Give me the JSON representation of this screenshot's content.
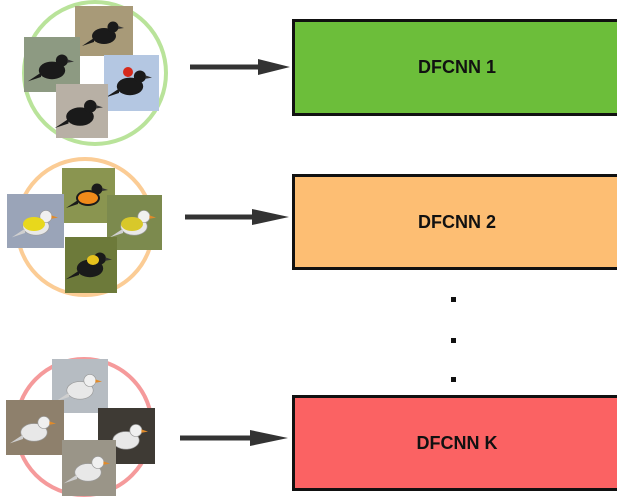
{
  "models": [
    {
      "label": "DFCNN 1",
      "color": "#6cbe3a",
      "ring": "#b9e39a"
    },
    {
      "label": "DFCNN 2",
      "color": "#fdbe73",
      "ring": "#fbcc95"
    },
    {
      "label": "DFCNN K",
      "color": "#fb6263",
      "ring": "#f59a9b"
    }
  ],
  "ellipsis_icon": "vertical-dots",
  "arrow_color": "#333333"
}
